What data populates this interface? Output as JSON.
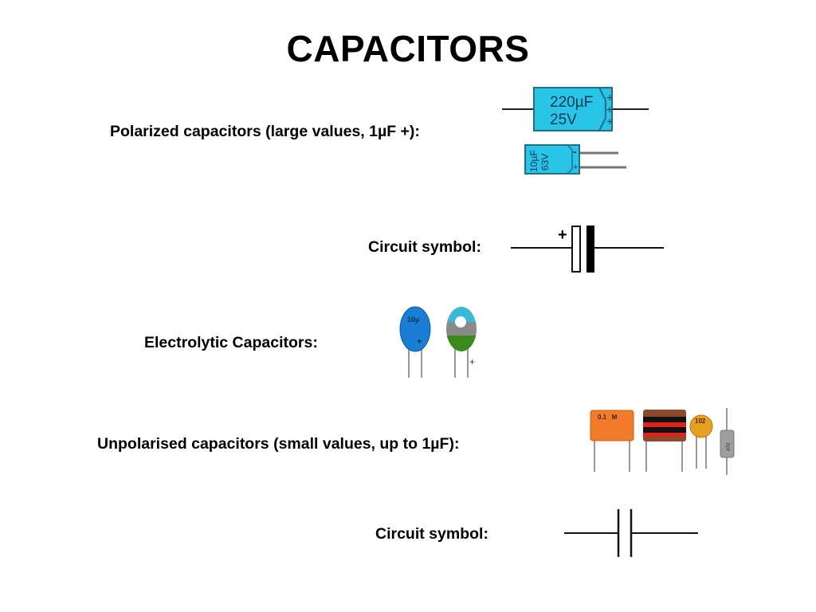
{
  "slide": {
    "title": "CAPACITORS",
    "labels": {
      "polarized": "Polarized capacitors (large values, 1µF +):",
      "circuit_symbol_polarized": "Circuit symbol:",
      "electrolytic": "Electrolytic Capacitors:",
      "unpolarised": "Unpolarised capacitors (small values, up to 1µF):",
      "circuit_symbol_unpolarised": "Circuit symbol:"
    },
    "images": {
      "large_cap": {
        "value": "220µF",
        "voltage": "25V",
        "polarity": "+"
      },
      "small_cap": {
        "value": "10µF",
        "voltage": "63V",
        "minus": "-",
        "plus": "+"
      },
      "polarized_symbol": {
        "plus": "+"
      },
      "blue_tantalum": {
        "value": "10µ",
        "plus": "+"
      },
      "green_tantalum": {
        "plus": "+"
      },
      "orange_film": {
        "marking": "0.1   M"
      },
      "ceramic_disc": {
        "marking": "102"
      },
      "axial_cap": {
        "marking": "470"
      }
    }
  },
  "colors": {
    "cap_blue": "#29c4e8",
    "tantalum_blue": "#1a7fd4",
    "tantalum_green": "#3a8a1e",
    "orange": "#f07c2b",
    "banded_brown": "#8b4a2b",
    "banded_red": "#e0221a",
    "ceramic": "#e8a020",
    "axial_grey": "#9e9e9e"
  }
}
